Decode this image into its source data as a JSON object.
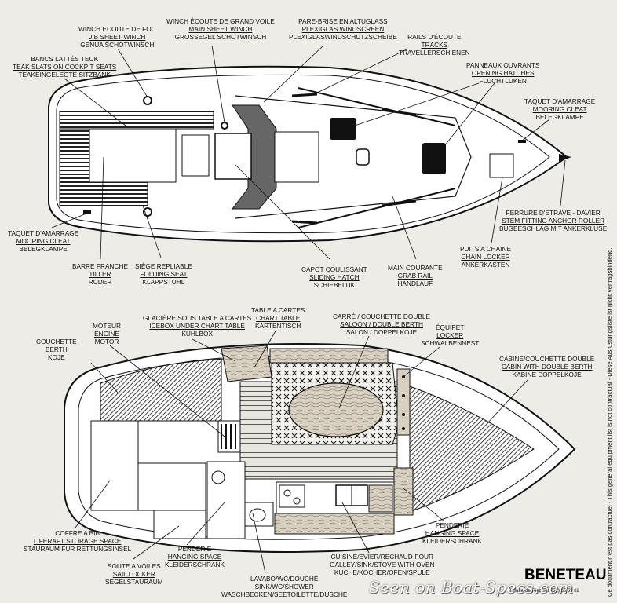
{
  "labels": {
    "jib_winch": [
      "WINCH ECOUTE DE FOC",
      "JIB SHEET WINCH",
      "GENUA SCHOTWINSCH"
    ],
    "main_winch": [
      "WINCH ÉCOUTE DE GRAND VOILE",
      "MAIN SHEET WINCH",
      "GROSSEGEL SCHOTWINSCH"
    ],
    "windscreen": [
      "PARE-BRISE EN ALTUGLASS",
      "PLEXIGLAS WINDSCREEN",
      "PLEXIGLASWINDSCHUTZSCHEIBE"
    ],
    "tracks": [
      "RAILS D'ÉCOUTE",
      "TRACKS",
      "TRAVELLERSCHIENEN"
    ],
    "teak_slats": [
      "BANCS LATTÉS TECK",
      "TEAK SLATS ON COCKPIT SEATS",
      "TEAKEINGELEGTE SITZBANK"
    ],
    "hatches": [
      "PANNEAUX OUVRANTS",
      "OPENING HATCHES",
      "FLUCHTLUKEN"
    ],
    "mooring_cleat_bow": [
      "TAQUET D'AMARRAGE",
      "MOORING CLEAT",
      "BELEGKLAMPE"
    ],
    "mooring_cleat_stern": [
      "TAQUET D'AMARRAGE",
      "MOORING CLEAT",
      "BELEGKLAMPE"
    ],
    "stem_fitting": [
      "FERRURE D'ÉTRAVE - DAVIER",
      "STEM FITTING ANCHOR ROLLER",
      "BUGBESCHLAG MIT ANKERKLUSE"
    ],
    "chain_locker": [
      "PUITS A CHAINE",
      "CHAIN LOCKER",
      "ANKERKASTEN"
    ],
    "tiller": [
      "BARRE FRANCHE",
      "TILLER",
      "RUDER"
    ],
    "folding_seat": [
      "SIÈGE REPLIABLE",
      "FOLDING SEAT",
      "KLAPPSTUHL"
    ],
    "sliding_hatch": [
      "CAPOT COULISSANT",
      "SLIDING HATCH",
      "SCHIEBELUK"
    ],
    "grab_rail": [
      "MAIN COURANTE",
      "GRAB RAIL",
      "HANDLAUF"
    ],
    "chart_table": [
      "TABLE A CARTES",
      "CHART TABLE",
      "KARTENTISCH"
    ],
    "icebox": [
      "GLACIÈRE SOUS TABLE A CARTES",
      "ICEBOX UNDER CHART TABLE",
      "KUHLBOX"
    ],
    "saloon": [
      "CARRÉ / COUCHETTE DOUBLE",
      "SALOON / DOUBLE BERTH",
      "SALON / DOPPELKOJE"
    ],
    "locker": [
      "ÉQUIPET",
      "LOCKER",
      "SCHWALBENNEST"
    ],
    "engine": [
      "MOTEUR",
      "ENGINE",
      "MOTOR"
    ],
    "berth": [
      "COUCHETTE",
      "BERTH",
      "KOJE"
    ],
    "cabin": [
      "CABINE/COUCHETTE DOUBLE",
      "CABIN WITH DOUBLE BERTH",
      "KABINE DOPPELKOJE"
    ],
    "liferaft": [
      "COFFRE A BIB",
      "LIFERAFT STORAGE SPACE",
      "STAURAUM FUR RETTUNGSINSEL"
    ],
    "hanging_space_aft": [
      "PENDERIE",
      "HANGING SPACE",
      "KLEIDERSCHRANK"
    ],
    "hanging_space_fwd": [
      "PENDERIE",
      "HANGING SPACE",
      "KLEIDERSCHRANK"
    ],
    "sail_locker": [
      "SOUTE A VOILES",
      "SAIL LOCKER",
      "SEGELSTAURAUM"
    ],
    "head": [
      "LAVABO/WC/DOUCHE",
      "SINK/WC/SHOWER",
      "WASCHBECKEN/SEETOILETTE/DUSCHE"
    ],
    "galley": [
      "CUISINE/EVIER/RECHAUD-FOUR",
      "GALLEY/SINK/STOVE WITH OVEN",
      "KUCHE/KOCHER/OFEN/SPULE"
    ]
  },
  "side_note": "Ce document n'est pas contractuel - This general equipment list is not contractual - Diese Ausrüstungsliste ist nicht Vertragsbindend.",
  "logo": "BENETEAU",
  "address": "Hilaire-de-Riez Tel. (51) 55 53 82",
  "watermark": "Seen on Boat-Specs.com",
  "colors": {
    "ink": "#111111",
    "paper": "#eeece7",
    "wood": "#d6cfc0"
  }
}
